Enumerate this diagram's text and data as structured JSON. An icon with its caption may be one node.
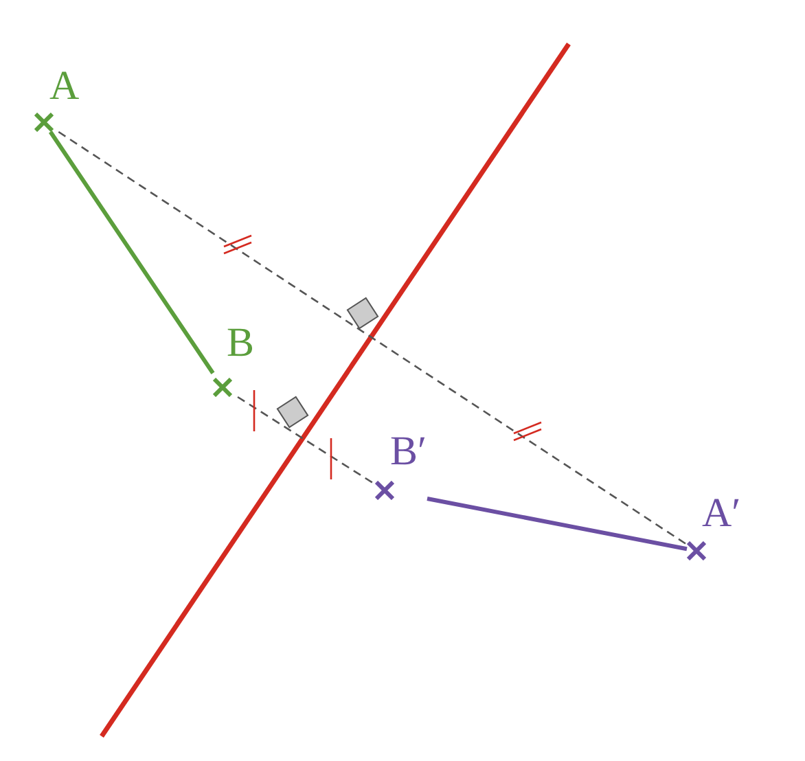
{
  "diagram": {
    "nodes": [
      {
        "text": [
          "A"
        ]
      },
      {
        "text": [
          "B"
        ]
      },
      {
        "text": [
          "B′"
        ]
      },
      {
        "text": [
          "A′"
        ]
      }
    ],
    "edges": [
      {
        "from": 0,
        "to": 1,
        "arrow": "none",
        "style": "thick",
        "color": "#5b9e3c"
      },
      {
        "from": 2,
        "to": 3,
        "arrow": "none",
        "style": "thick",
        "color": "#6b4fa3"
      },
      {
        "from": 0,
        "to": 3,
        "arrow": "none",
        "style": "dashed"
      },
      {
        "from": 1,
        "to": 2,
        "arrow": "none",
        "style": "dashed"
      }
    ]
  }
}
